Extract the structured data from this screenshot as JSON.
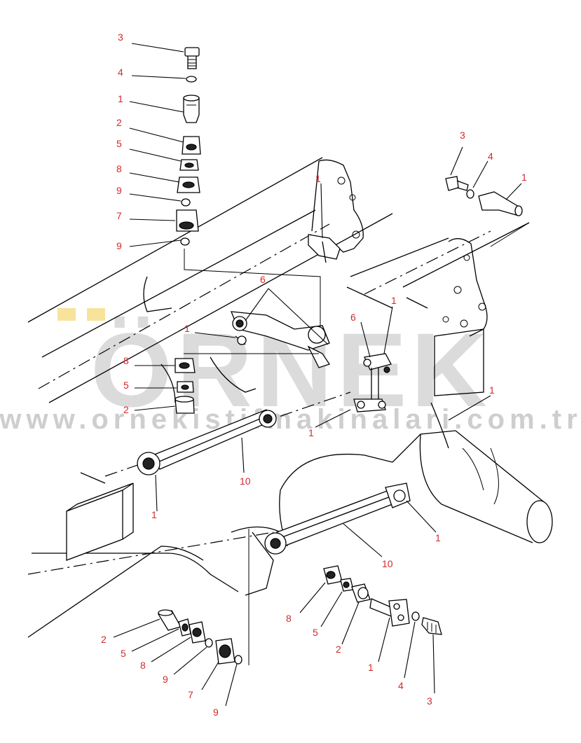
{
  "watermark": {
    "brand": "ÖRNEK",
    "url": "www.ornekistifmakinalari.com.tr"
  },
  "callouts": [
    {
      "id": "c01",
      "label": "3"
    },
    {
      "id": "c02",
      "label": "4"
    },
    {
      "id": "c03",
      "label": "1"
    },
    {
      "id": "c04",
      "label": "2"
    },
    {
      "id": "c05",
      "label": "5"
    },
    {
      "id": "c06",
      "label": "8"
    },
    {
      "id": "c07",
      "label": "9"
    },
    {
      "id": "c08",
      "label": "7"
    },
    {
      "id": "c09",
      "label": "9"
    },
    {
      "id": "c10",
      "label": "3"
    },
    {
      "id": "c11",
      "label": "4"
    },
    {
      "id": "c12",
      "label": "1"
    },
    {
      "id": "c13",
      "label": "1"
    },
    {
      "id": "c14",
      "label": "6"
    },
    {
      "id": "c15",
      "label": "6"
    },
    {
      "id": "c16",
      "label": "1"
    },
    {
      "id": "c17",
      "label": "1"
    },
    {
      "id": "c18",
      "label": "8"
    },
    {
      "id": "c19",
      "label": "5"
    },
    {
      "id": "c20",
      "label": "2"
    },
    {
      "id": "c21",
      "label": "1"
    },
    {
      "id": "c22",
      "label": "1"
    },
    {
      "id": "c23",
      "label": "10"
    },
    {
      "id": "c24",
      "label": "1"
    },
    {
      "id": "c25",
      "label": "1"
    },
    {
      "id": "c26",
      "label": "10"
    },
    {
      "id": "c27",
      "label": "8"
    },
    {
      "id": "c28",
      "label": "5"
    },
    {
      "id": "c29",
      "label": "2"
    },
    {
      "id": "c30",
      "label": "1"
    },
    {
      "id": "c31",
      "label": "4"
    },
    {
      "id": "c32",
      "label": "3"
    },
    {
      "id": "c33",
      "label": "2"
    },
    {
      "id": "c34",
      "label": "5"
    },
    {
      "id": "c35",
      "label": "8"
    },
    {
      "id": "c36",
      "label": "9"
    },
    {
      "id": "c37",
      "label": "7"
    },
    {
      "id": "c38",
      "label": "9"
    }
  ]
}
